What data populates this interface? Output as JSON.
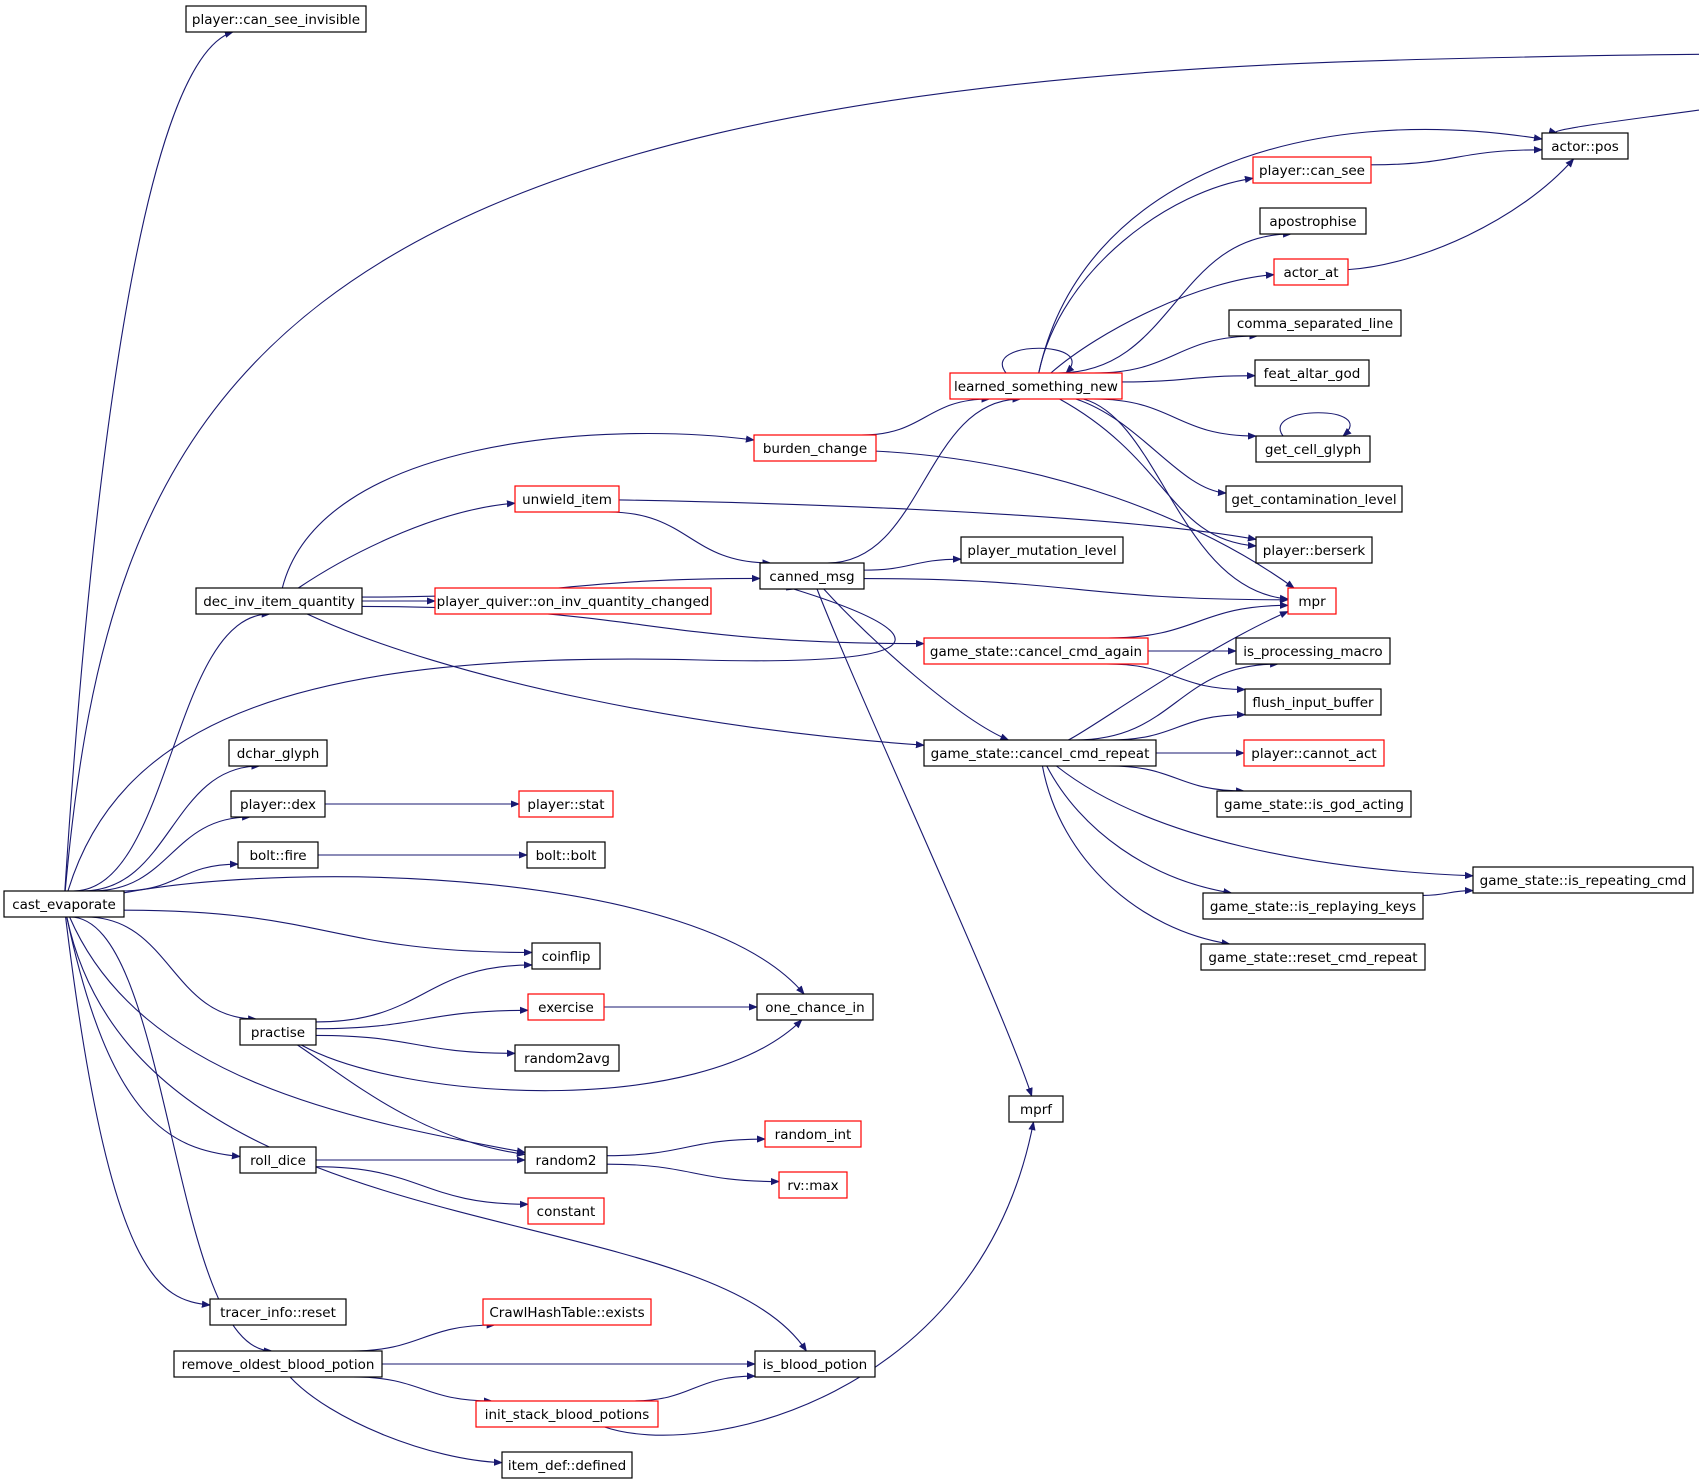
{
  "nodes": [
    {
      "id": "cast_evaporate",
      "label": "cast_evaporate",
      "border": "#000000",
      "fill": "#bfbfbf",
      "root": true
    },
    {
      "id": "player_can_see_invisible",
      "label": "player::can_see_invisible",
      "border": "#000000"
    },
    {
      "id": "actor_pos",
      "label": "actor::pos",
      "border": "#000000"
    },
    {
      "id": "player_can_see",
      "label": "player::can_see",
      "border": "#ff0000"
    },
    {
      "id": "apostrophise",
      "label": "apostrophise",
      "border": "#000000"
    },
    {
      "id": "actor_at",
      "label": "actor_at",
      "border": "#ff0000"
    },
    {
      "id": "comma_separated_line",
      "label": "comma_separated_line",
      "border": "#000000"
    },
    {
      "id": "learned_something_new",
      "label": "learned_something_new",
      "border": "#ff0000"
    },
    {
      "id": "feat_altar_god",
      "label": "feat_altar_god",
      "border": "#000000"
    },
    {
      "id": "burden_change",
      "label": "burden_change",
      "border": "#ff0000"
    },
    {
      "id": "get_cell_glyph",
      "label": "get_cell_glyph",
      "border": "#000000"
    },
    {
      "id": "unwield_item",
      "label": "unwield_item",
      "border": "#ff0000"
    },
    {
      "id": "get_contamination_level",
      "label": "get_contamination_level",
      "border": "#000000"
    },
    {
      "id": "player_mutation_level",
      "label": "player_mutation_level",
      "border": "#000000"
    },
    {
      "id": "player_berserk",
      "label": "player::berserk",
      "border": "#000000"
    },
    {
      "id": "canned_msg",
      "label": "canned_msg",
      "border": "#000000"
    },
    {
      "id": "dec_inv_item_quantity",
      "label": "dec_inv_item_quantity",
      "border": "#000000"
    },
    {
      "id": "player_quiver_on_inv_quantity_changed",
      "label": "player_quiver::on_inv_quantity_changed",
      "border": "#ff0000"
    },
    {
      "id": "mpr",
      "label": "mpr",
      "border": "#ff0000"
    },
    {
      "id": "game_state_cancel_cmd_again",
      "label": "game_state::cancel_cmd_again",
      "border": "#ff0000"
    },
    {
      "id": "is_processing_macro",
      "label": "is_processing_macro",
      "border": "#000000"
    },
    {
      "id": "flush_input_buffer",
      "label": "flush_input_buffer",
      "border": "#000000"
    },
    {
      "id": "dchar_glyph",
      "label": "dchar_glyph",
      "border": "#000000"
    },
    {
      "id": "game_state_cancel_cmd_repeat",
      "label": "game_state::cancel_cmd_repeat",
      "border": "#000000"
    },
    {
      "id": "player_cannot_act",
      "label": "player::cannot_act",
      "border": "#ff0000"
    },
    {
      "id": "player_dex",
      "label": "player::dex",
      "border": "#000000"
    },
    {
      "id": "player_stat",
      "label": "player::stat",
      "border": "#ff0000"
    },
    {
      "id": "game_state_is_god_acting",
      "label": "game_state::is_god_acting",
      "border": "#000000"
    },
    {
      "id": "bolt_fire",
      "label": "bolt::fire",
      "border": "#000000"
    },
    {
      "id": "bolt_bolt",
      "label": "bolt::bolt",
      "border": "#000000"
    },
    {
      "id": "game_state_is_repeating_cmd",
      "label": "game_state::is_repeating_cmd",
      "border": "#000000"
    },
    {
      "id": "game_state_is_replaying_keys",
      "label": "game_state::is_replaying_keys",
      "border": "#000000"
    },
    {
      "id": "coinflip",
      "label": "coinflip",
      "border": "#000000"
    },
    {
      "id": "game_state_reset_cmd_repeat",
      "label": "game_state::reset_cmd_repeat",
      "border": "#000000"
    },
    {
      "id": "exercise",
      "label": "exercise",
      "border": "#ff0000"
    },
    {
      "id": "one_chance_in",
      "label": "one_chance_in",
      "border": "#000000"
    },
    {
      "id": "practise",
      "label": "practise",
      "border": "#000000"
    },
    {
      "id": "random2avg",
      "label": "random2avg",
      "border": "#000000"
    },
    {
      "id": "mprf",
      "label": "mprf",
      "border": "#000000"
    },
    {
      "id": "random_int",
      "label": "random_int",
      "border": "#ff0000"
    },
    {
      "id": "roll_dice",
      "label": "roll_dice",
      "border": "#000000"
    },
    {
      "id": "random2",
      "label": "random2",
      "border": "#000000"
    },
    {
      "id": "rv_max",
      "label": "rv::max",
      "border": "#ff0000"
    },
    {
      "id": "constant",
      "label": "constant",
      "border": "#ff0000"
    },
    {
      "id": "tracer_info_reset",
      "label": "tracer_info::reset",
      "border": "#000000"
    },
    {
      "id": "crawl_hash_table_exists",
      "label": "CrawlHashTable::exists",
      "border": "#ff0000"
    },
    {
      "id": "remove_oldest_blood_potion",
      "label": "remove_oldest_blood_potion",
      "border": "#000000"
    },
    {
      "id": "is_blood_potion",
      "label": "is_blood_potion",
      "border": "#000000"
    },
    {
      "id": "init_stack_blood_potions",
      "label": "init_stack_blood_potions",
      "border": "#ff0000"
    },
    {
      "id": "item_def_defined",
      "label": "item_def::defined",
      "border": "#000000"
    }
  ],
  "edges": [
    {
      "from": "cast_evaporate",
      "to": "player_can_see_invisible"
    },
    {
      "from": "cast_evaporate",
      "to": "actor_pos"
    },
    {
      "from": "cast_evaporate",
      "to": "dec_inv_item_quantity"
    },
    {
      "from": "cast_evaporate",
      "to": "canned_msg"
    },
    {
      "from": "cast_evaporate",
      "to": "dchar_glyph"
    },
    {
      "from": "cast_evaporate",
      "to": "player_dex"
    },
    {
      "from": "cast_evaporate",
      "to": "bolt_fire"
    },
    {
      "from": "cast_evaporate",
      "to": "one_chance_in"
    },
    {
      "from": "cast_evaporate",
      "to": "coinflip"
    },
    {
      "from": "cast_evaporate",
      "to": "practise"
    },
    {
      "from": "cast_evaporate",
      "to": "random2"
    },
    {
      "from": "cast_evaporate",
      "to": "roll_dice"
    },
    {
      "from": "cast_evaporate",
      "to": "is_blood_potion"
    },
    {
      "from": "cast_evaporate",
      "to": "tracer_info_reset"
    },
    {
      "from": "cast_evaporate",
      "to": "remove_oldest_blood_potion"
    },
    {
      "from": "dec_inv_item_quantity",
      "to": "burden_change"
    },
    {
      "from": "dec_inv_item_quantity",
      "to": "unwield_item"
    },
    {
      "from": "dec_inv_item_quantity",
      "to": "canned_msg"
    },
    {
      "from": "dec_inv_item_quantity",
      "to": "player_quiver_on_inv_quantity_changed"
    },
    {
      "from": "dec_inv_item_quantity",
      "to": "game_state_cancel_cmd_again"
    },
    {
      "from": "dec_inv_item_quantity",
      "to": "game_state_cancel_cmd_repeat"
    },
    {
      "from": "burden_change",
      "to": "learned_something_new"
    },
    {
      "from": "burden_change",
      "to": "mpr"
    },
    {
      "from": "unwield_item",
      "to": "canned_msg"
    },
    {
      "from": "unwield_item",
      "to": "player_berserk"
    },
    {
      "from": "canned_msg",
      "to": "learned_something_new"
    },
    {
      "from": "canned_msg",
      "to": "player_mutation_level"
    },
    {
      "from": "canned_msg",
      "to": "mpr"
    },
    {
      "from": "canned_msg",
      "to": "game_state_cancel_cmd_repeat"
    },
    {
      "from": "canned_msg",
      "to": "mprf"
    },
    {
      "from": "learned_something_new",
      "to": "actor_pos"
    },
    {
      "from": "learned_something_new",
      "to": "player_can_see"
    },
    {
      "from": "learned_something_new",
      "to": "apostrophise"
    },
    {
      "from": "learned_something_new",
      "to": "actor_at"
    },
    {
      "from": "learned_something_new",
      "to": "comma_separated_line"
    },
    {
      "from": "learned_something_new",
      "to": "learned_something_new"
    },
    {
      "from": "learned_something_new",
      "to": "feat_altar_god"
    },
    {
      "from": "learned_something_new",
      "to": "get_cell_glyph"
    },
    {
      "from": "learned_something_new",
      "to": "get_contamination_level"
    },
    {
      "from": "learned_something_new",
      "to": "player_berserk"
    },
    {
      "from": "learned_something_new",
      "to": "mpr"
    },
    {
      "from": "player_can_see",
      "to": "actor_pos"
    },
    {
      "from": "actor_at",
      "to": "actor_pos"
    },
    {
      "from": "get_cell_glyph",
      "to": "get_cell_glyph"
    },
    {
      "from": "game_state_cancel_cmd_again",
      "to": "mpr"
    },
    {
      "from": "game_state_cancel_cmd_again",
      "to": "is_processing_macro"
    },
    {
      "from": "game_state_cancel_cmd_again",
      "to": "flush_input_buffer"
    },
    {
      "from": "game_state_cancel_cmd_repeat",
      "to": "mpr"
    },
    {
      "from": "game_state_cancel_cmd_repeat",
      "to": "is_processing_macro"
    },
    {
      "from": "game_state_cancel_cmd_repeat",
      "to": "flush_input_buffer"
    },
    {
      "from": "game_state_cancel_cmd_repeat",
      "to": "player_cannot_act"
    },
    {
      "from": "game_state_cancel_cmd_repeat",
      "to": "game_state_is_god_acting"
    },
    {
      "from": "game_state_cancel_cmd_repeat",
      "to": "game_state_is_repeating_cmd"
    },
    {
      "from": "game_state_cancel_cmd_repeat",
      "to": "game_state_is_replaying_keys"
    },
    {
      "from": "game_state_cancel_cmd_repeat",
      "to": "game_state_reset_cmd_repeat"
    },
    {
      "from": "game_state_is_replaying_keys",
      "to": "game_state_is_repeating_cmd"
    },
    {
      "from": "player_dex",
      "to": "player_stat"
    },
    {
      "from": "bolt_fire",
      "to": "bolt_bolt"
    },
    {
      "from": "practise",
      "to": "coinflip"
    },
    {
      "from": "practise",
      "to": "exercise"
    },
    {
      "from": "practise",
      "to": "random2avg"
    },
    {
      "from": "practise",
      "to": "one_chance_in"
    },
    {
      "from": "practise",
      "to": "random2"
    },
    {
      "from": "exercise",
      "to": "one_chance_in"
    },
    {
      "from": "roll_dice",
      "to": "random2"
    },
    {
      "from": "roll_dice",
      "to": "constant"
    },
    {
      "from": "random2",
      "to": "random_int"
    },
    {
      "from": "random2",
      "to": "rv_max"
    },
    {
      "from": "remove_oldest_blood_potion",
      "to": "crawl_hash_table_exists"
    },
    {
      "from": "remove_oldest_blood_potion",
      "to": "is_blood_potion"
    },
    {
      "from": "remove_oldest_blood_potion",
      "to": "init_stack_blood_potions"
    },
    {
      "from": "remove_oldest_blood_potion",
      "to": "item_def_defined"
    },
    {
      "from": "init_stack_blood_potions",
      "to": "is_blood_potion"
    },
    {
      "from": "init_stack_blood_potions",
      "to": "mprf"
    }
  ]
}
